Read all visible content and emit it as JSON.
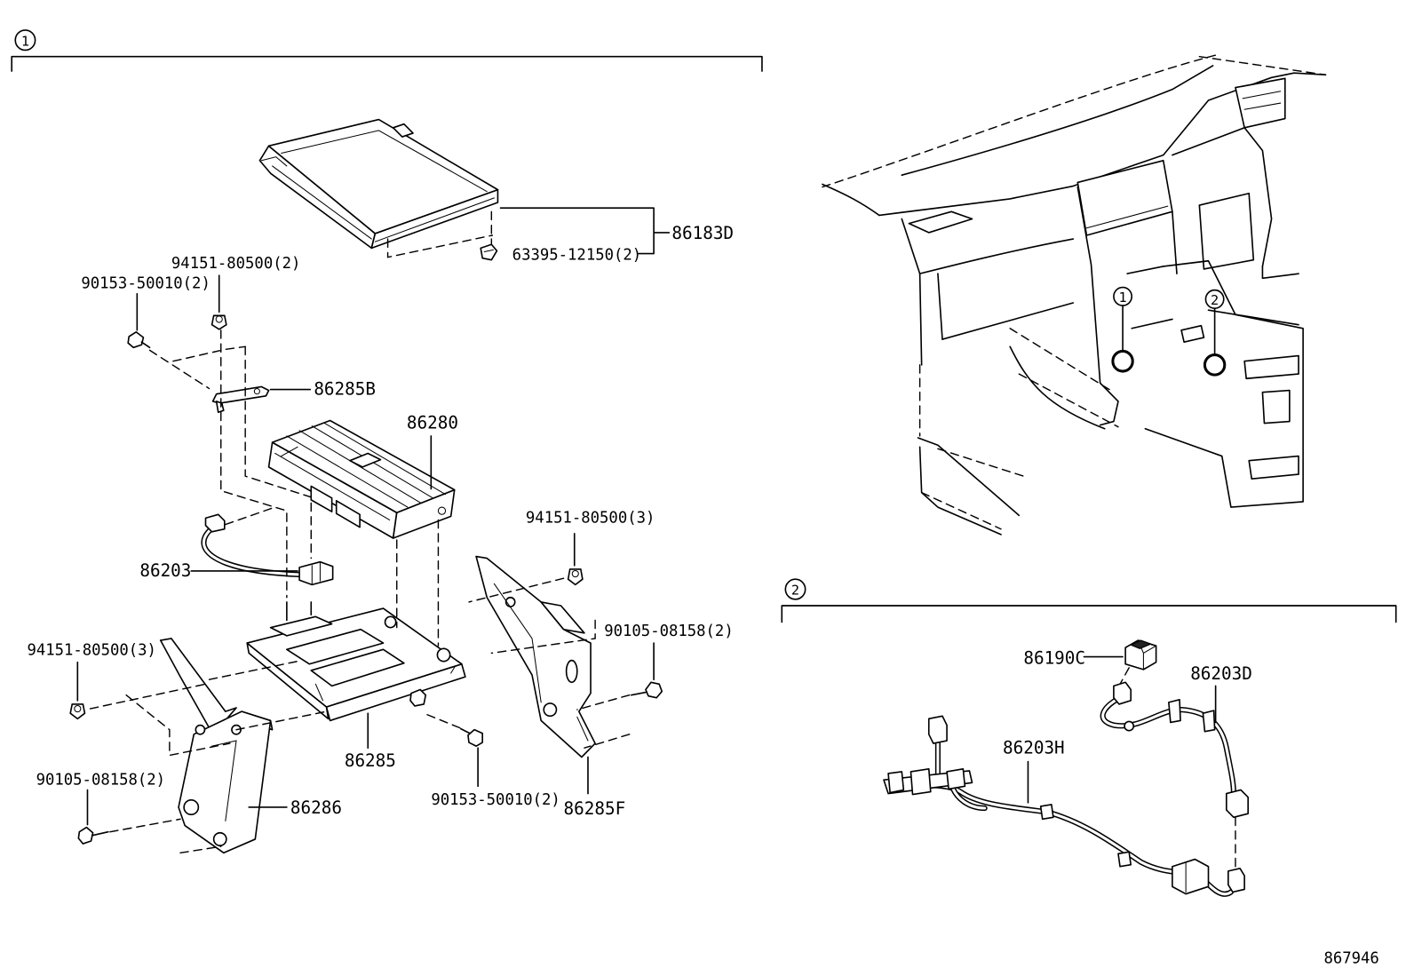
{
  "sections": [
    {
      "marker": "1"
    },
    {
      "marker": "2"
    }
  ],
  "callouts": {
    "location_1": "1",
    "location_2": "2"
  },
  "parts": {
    "cover": "86183D",
    "clip": "63395-12150(2)",
    "nut_top": "94151-80500(2)",
    "bolt_top": "90153-50010(2)",
    "bracket_b": "86285B",
    "amplifier": "86280",
    "nut_right": "94151-80500(3)",
    "cable": "86203",
    "bolt_right": "90105-08158(2)",
    "nut_left": "94151-80500(3)",
    "tray": "86285",
    "bolt_bottom": "90153-50010(2)",
    "bracket_f": "86285F",
    "bolt_left": "90105-08158(2)",
    "bracket_left": "86286",
    "connector": "86190C",
    "harness_d": "86203D",
    "harness_h": "86203H"
  },
  "illustration_number": "867946"
}
